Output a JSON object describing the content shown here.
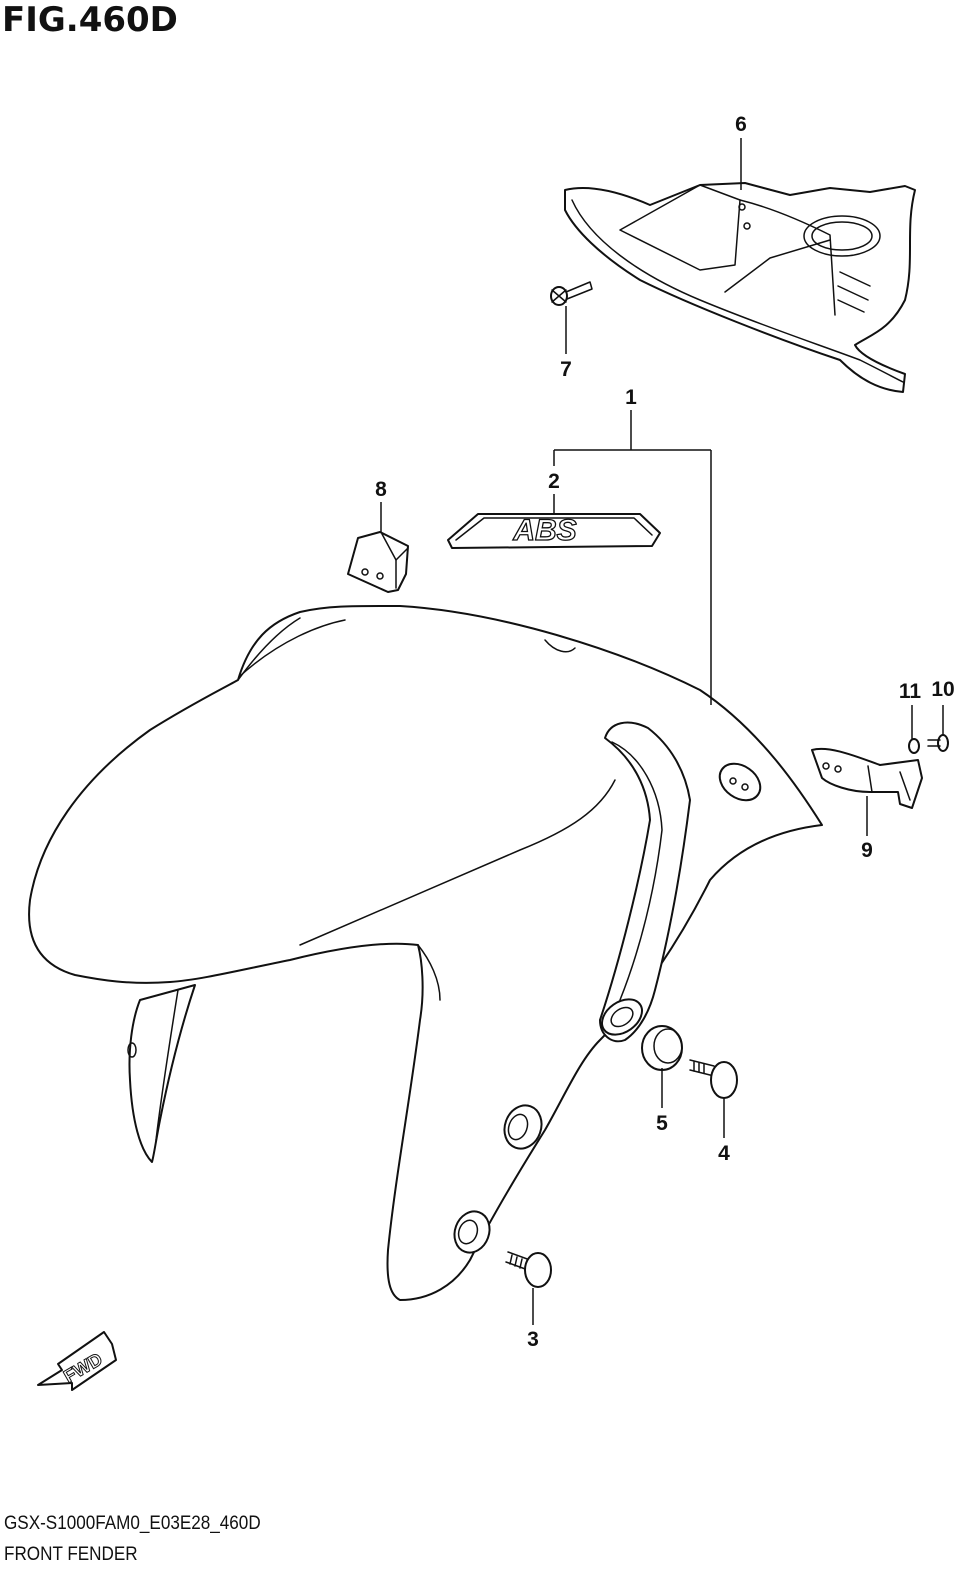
{
  "figure": {
    "title": "FIG.460D",
    "model_code": "GSX-S1000FAM0_E03E28_460D",
    "section_name": "FRONT FENDER"
  },
  "callouts": [
    "1",
    "2",
    "3",
    "4",
    "5",
    "6",
    "7",
    "8",
    "9",
    "10",
    "11"
  ],
  "decal_text": "ABS",
  "arrow_label": "FWD"
}
